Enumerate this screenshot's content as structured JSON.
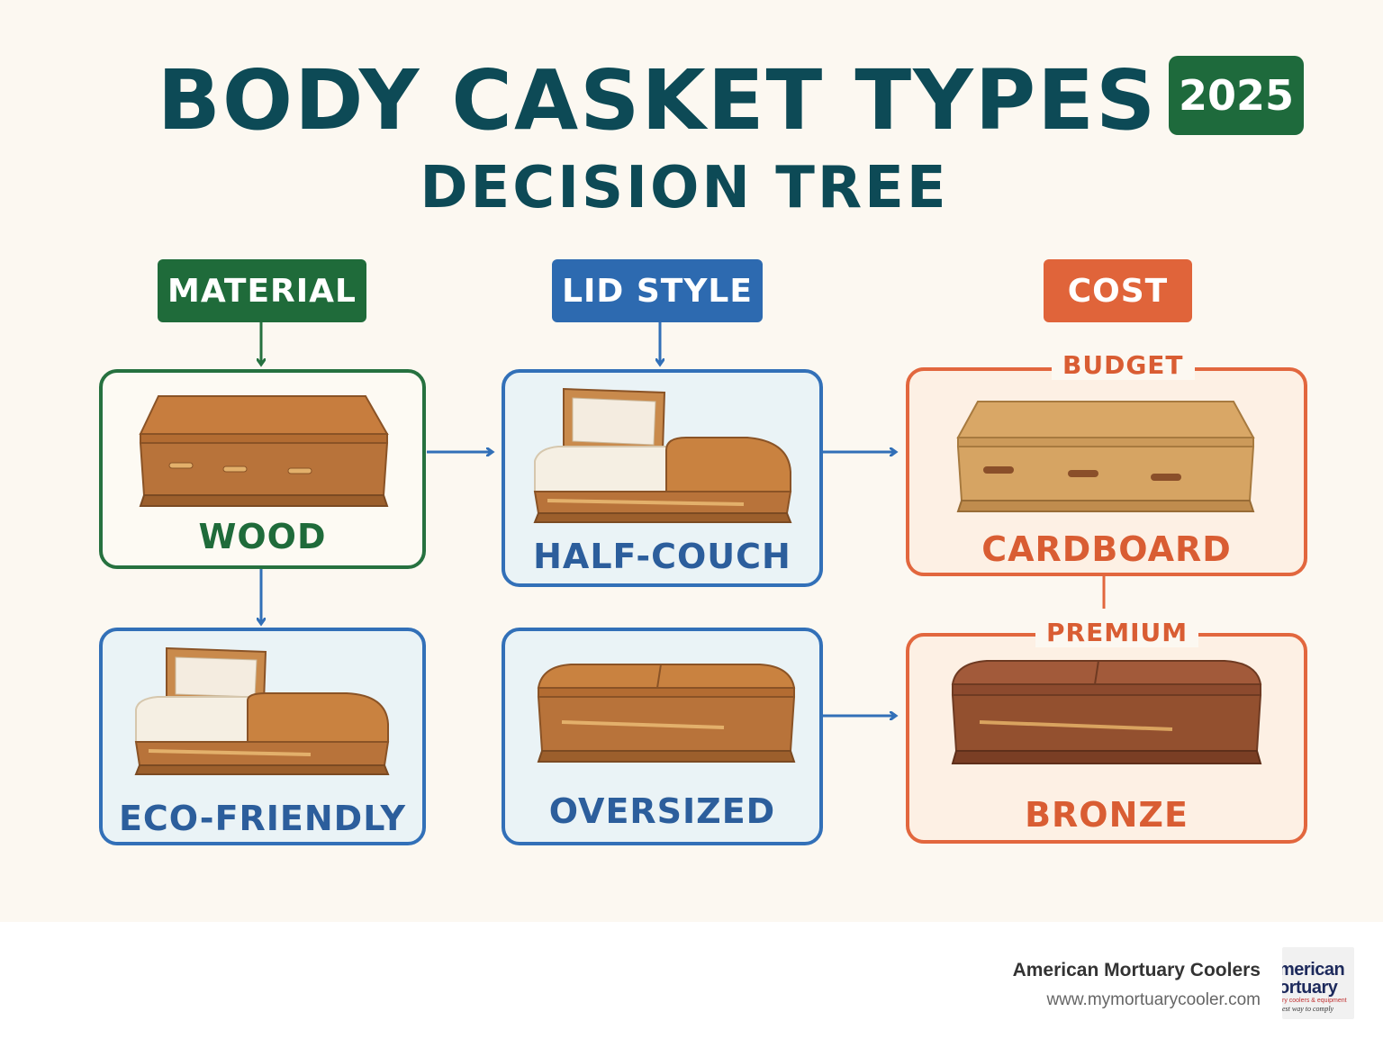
{
  "title": "BODY CASKET TYPES",
  "subtitle": "DECISION TREE",
  "year_badge": "2025",
  "categories": {
    "material": "MATERIAL",
    "lid_style": "LID STYLE",
    "cost": "COST"
  },
  "nodes": {
    "wood": "WOOD",
    "eco_friendly": "ECO-FRIENDLY",
    "half_couch": "HALF-COUCH",
    "oversized": "OVERSIZED",
    "cardboard": "CARDBOARD",
    "bronze": "BRONZE"
  },
  "tiers": {
    "budget": "BUDGET",
    "premium": "PREMIUM"
  },
  "footer": {
    "company": "American Mortuary Coolers",
    "url": "www.mymortuarycooler.com"
  },
  "logo": {
    "line1": "merican",
    "line2": "ortuary",
    "line3": "ry coolers & equipment",
    "line4": "est way to comply"
  },
  "colors": {
    "title": "#0d4a56",
    "green": "#1f6b3a",
    "blue": "#2d6ab0",
    "orange": "#e0643a",
    "background": "#fcf8f1"
  }
}
